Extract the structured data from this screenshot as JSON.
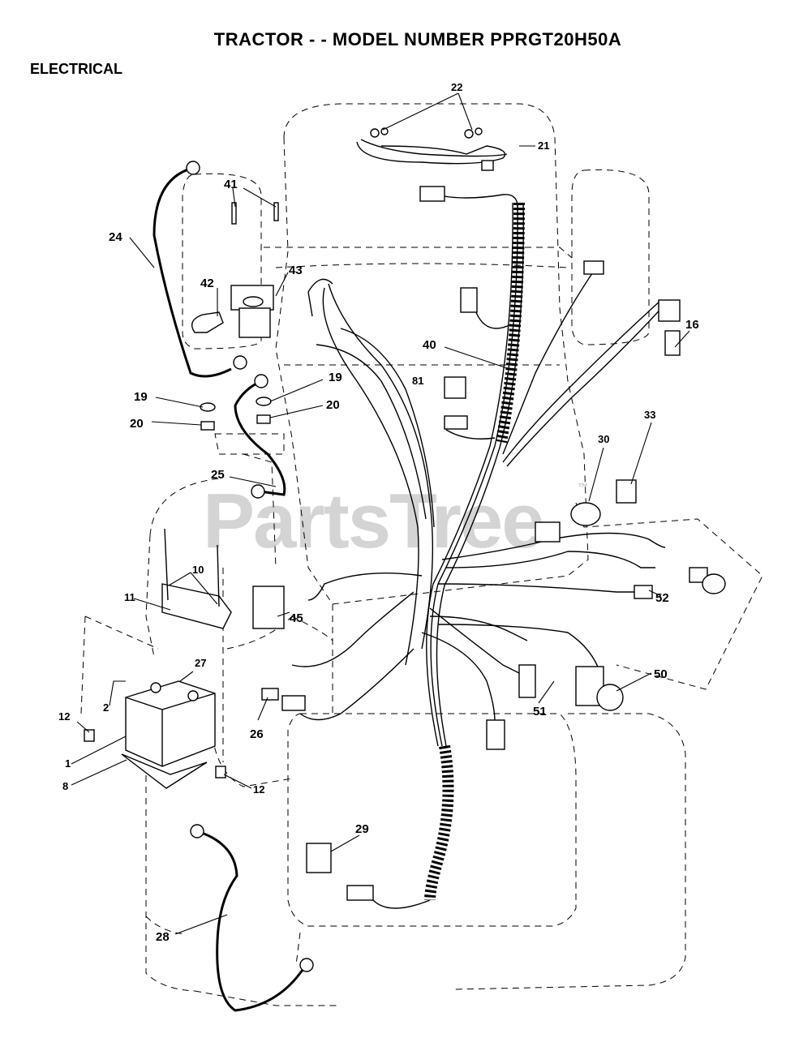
{
  "header": {
    "title": "TRACTOR - - MODEL NUMBER PPRGT20H50A",
    "section": "ELECTRICAL"
  },
  "watermark": "PartsTree",
  "watermark_mark": "™",
  "callouts": {
    "c22": "22",
    "c21": "21",
    "c24": "24",
    "c41": "41",
    "c42": "42",
    "c43": "43",
    "c40": "40",
    "c16": "16",
    "c19a": "19",
    "c19b": "19",
    "c20a": "20",
    "c20b": "20",
    "c81": "81",
    "c25": "25",
    "c30": "30",
    "c33": "33",
    "c10": "10",
    "c11": "11",
    "c45": "45",
    "c52": "52",
    "c27": "27",
    "c2": "2",
    "c12a": "12",
    "c1": "1",
    "c8": "8",
    "c12b": "12",
    "c26": "26",
    "c51": "51",
    "c50": "50",
    "c29": "29",
    "c28": "28"
  }
}
